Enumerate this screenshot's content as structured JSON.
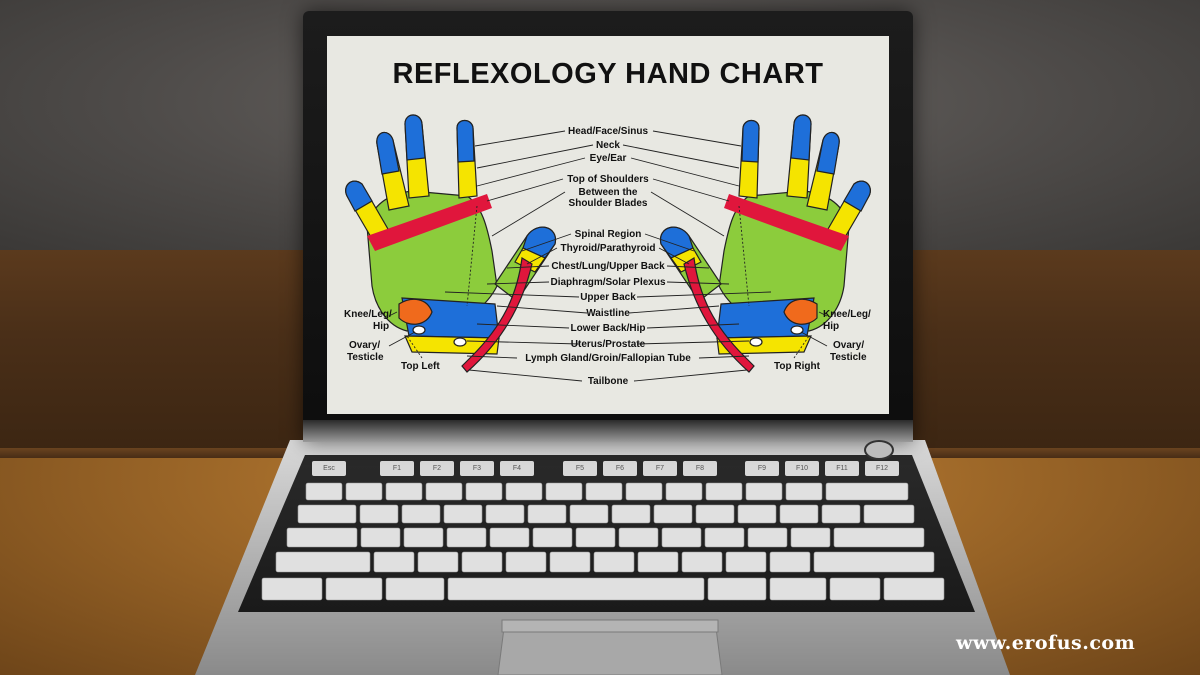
{
  "chart": {
    "title": "REFLEXOLOGY HAND CHART",
    "labels_center": [
      "Head/Face/Sinus",
      "Neck",
      "Eye/Ear",
      "Top of Shoulders",
      "Between the",
      "Shoulder Blades",
      "Spinal Region",
      "Thyroid/Parathyroid",
      "Chest/Lung/Upper Back",
      "Diaphragm/Solar Plexus",
      "Upper Back",
      "Waistline",
      "Lower Back/Hip",
      "Uterus/Prostate",
      "Lymph Gland/Groin/Fallopian Tube",
      "Tailbone"
    ],
    "left": {
      "knee_1": "Knee/Leg/",
      "knee_2": "Hip",
      "ovary_1": "Ovary/",
      "ovary_2": "Testicle",
      "caption": "Top Left"
    },
    "right": {
      "knee_1": "Knee/Leg/",
      "knee_2": "Hip",
      "ovary_1": "Ovary/",
      "ovary_2": "Testicle",
      "caption": "Top Right"
    },
    "colors": {
      "blue": "#1e6fd9",
      "yellow": "#f5e400",
      "red": "#e0163c",
      "green": "#8ccc3c",
      "orange": "#f06a1c"
    }
  },
  "keyboard": {
    "function_row": [
      "Esc",
      "F1",
      "F2",
      "F3",
      "F4",
      "F5",
      "F6",
      "F7",
      "F8",
      "F9",
      "F10",
      "F11",
      "F12"
    ]
  },
  "watermark": "www.erofus.com"
}
